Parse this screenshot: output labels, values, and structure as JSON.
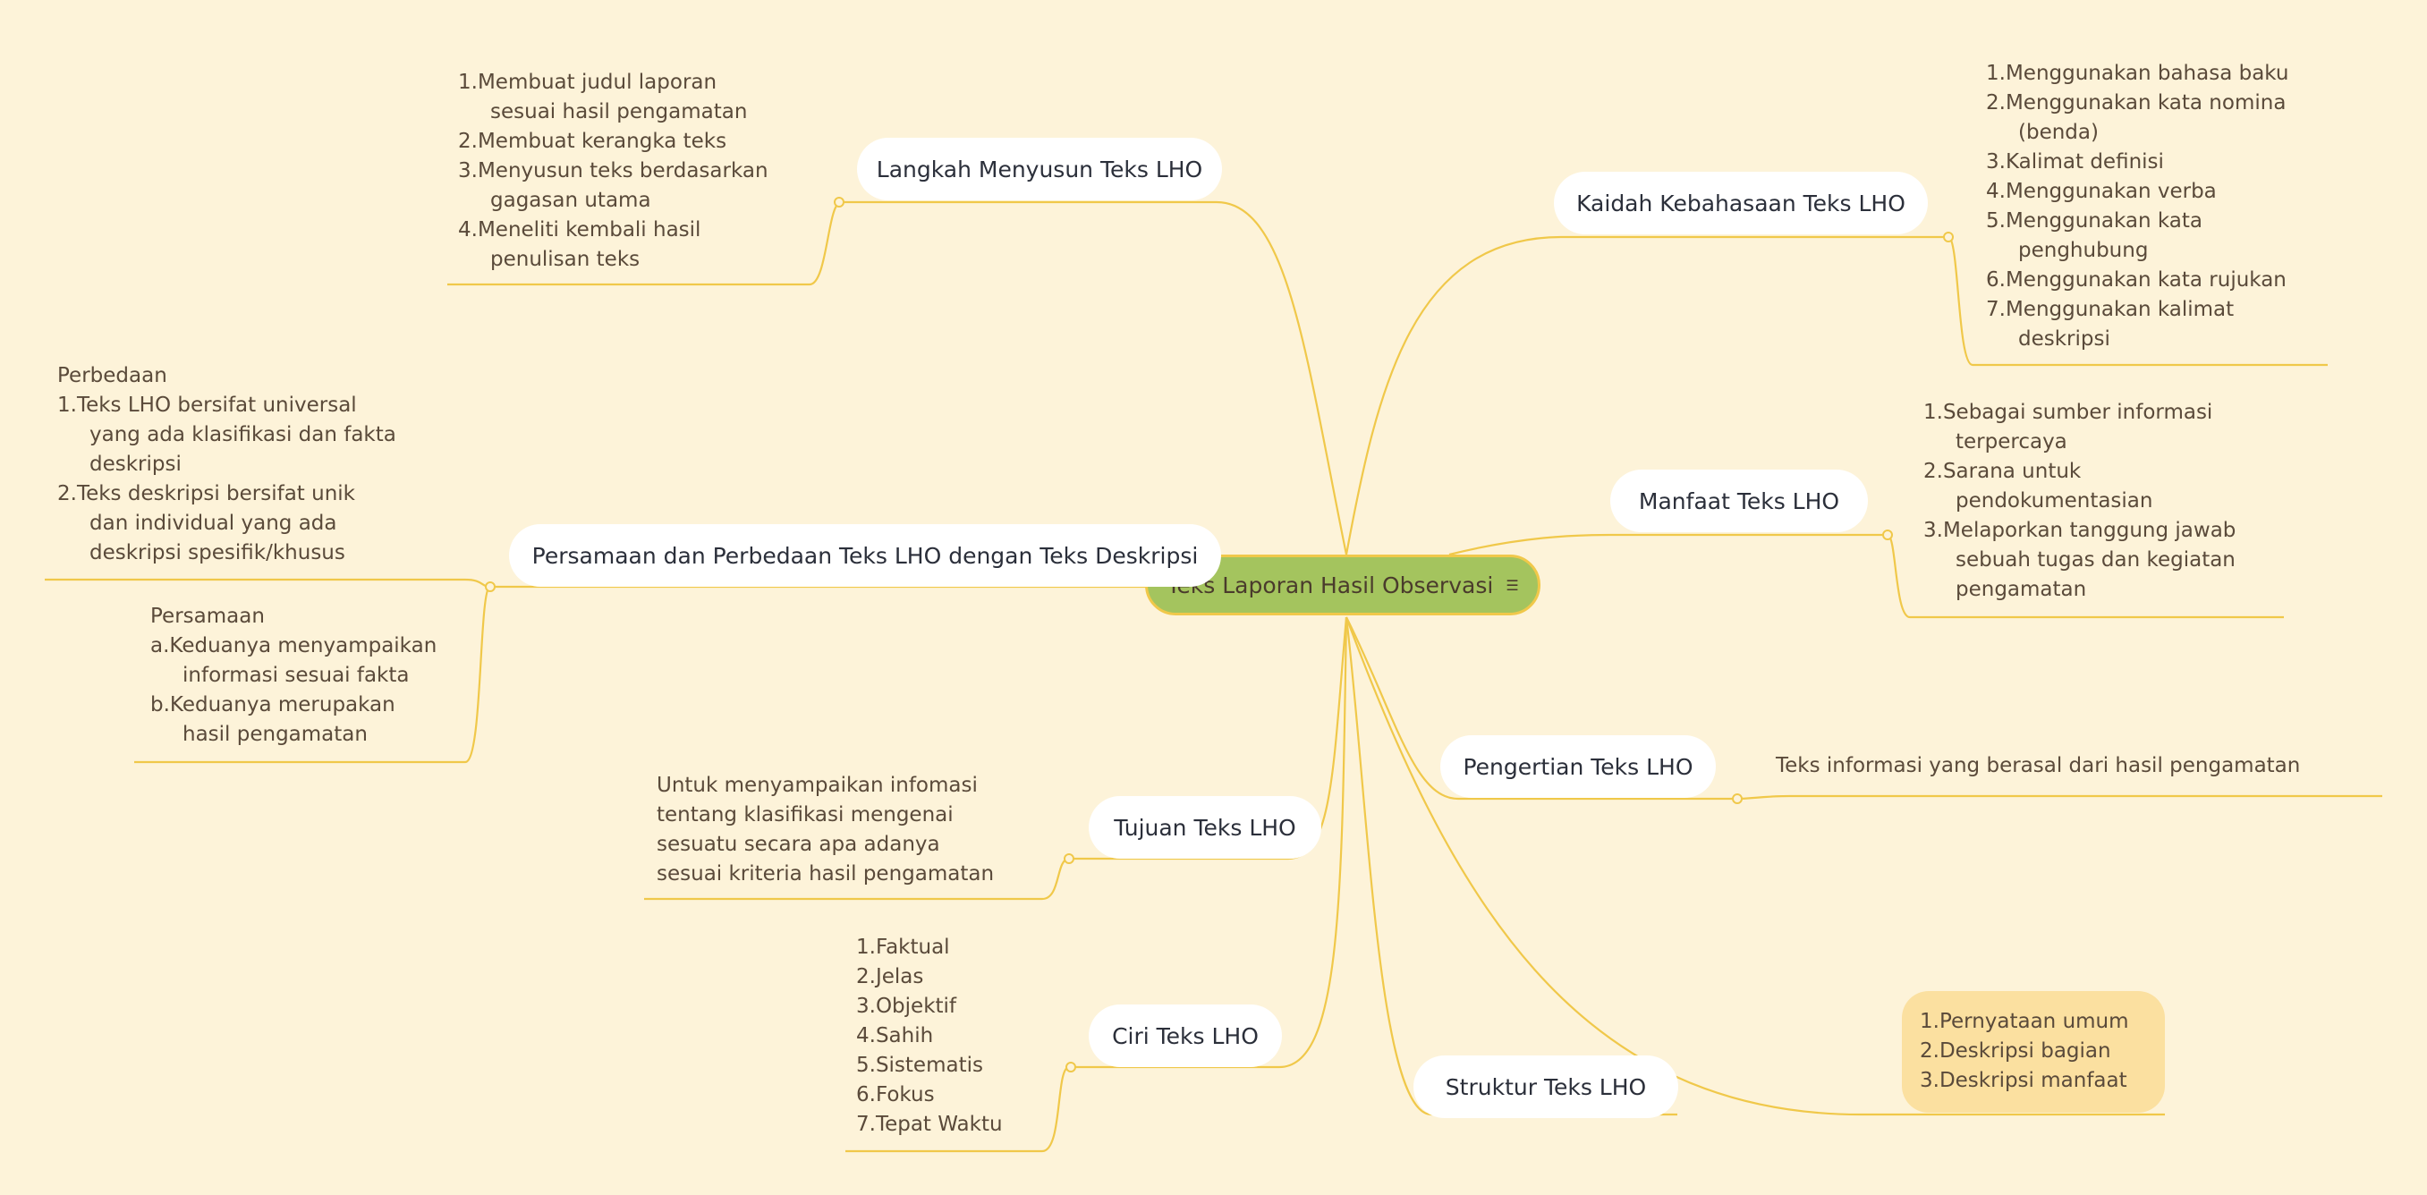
{
  "root": {
    "title": "Teks Laporan Hasil Observasi",
    "note_icon": "note-icon"
  },
  "topics": {
    "langkah": "Langkah Menyusun Teks LHO",
    "persamaan": "Persamaan dan Perbedaan Teks LHO dengan Teks Deskripsi",
    "tujuan": "Tujuan Teks LHO",
    "ciri": "Ciri Teks LHO",
    "kaidah": "Kaidah Kebahasaan Teks LHO",
    "manfaat": "Manfaat Teks LHO",
    "pengertian": "Pengertian Teks LHO",
    "struktur": "Struktur Teks  LHO"
  },
  "details": {
    "langkah": [
      "1.Membuat judul laporan",
      "sesuai hasil pengamatan",
      "2.Membuat kerangka teks",
      "3.Menyusun teks berdasarkan",
      "gagasan utama",
      "4.Meneliti kembali hasil",
      "penulisan teks"
    ],
    "perbedaan": [
      "Perbedaan",
      "1.Teks LHO bersifat universal",
      "yang ada klasifikasi dan fakta",
      "deskripsi",
      "2.Teks deskripsi bersifat unik",
      "dan individual yang ada",
      "deskripsi spesifik/khusus"
    ],
    "persamaan": [
      "Persamaan",
      "a.Keduanya menyampaikan",
      "informasi sesuai fakta",
      "b.Keduanya merupakan",
      "hasil pengamatan"
    ],
    "tujuan": [
      "Untuk menyampaikan infomasi",
      "tentang klasifikasi mengenai",
      "sesuatu secara apa adanya",
      "sesuai kriteria hasil pengamatan"
    ],
    "ciri": [
      "1.Faktual",
      "2.Jelas",
      "3.Objektif",
      "4.Sahih",
      "5.Sistematis",
      "6.Fokus",
      "7.Tepat Waktu"
    ],
    "kaidah": [
      "1.Menggunakan bahasa baku",
      "2.Menggunakan kata nomina",
      "(benda)",
      "3.Kalimat definisi",
      "4.Menggunakan verba",
      "5.Menggunakan kata",
      "penghubung",
      "6.Menggunakan kata rujukan",
      "7.Menggunakan kalimat",
      "deskripsi"
    ],
    "manfaat": [
      "1.Sebagai sumber informasi",
      "terpercaya",
      "2.Sarana untuk",
      "pendokumentasian",
      "3.Melaporkan tanggung jawab",
      "sebuah tugas dan kegiatan",
      "pengamatan"
    ],
    "pengertian": "Teks informasi yang berasal dari hasil pengamatan",
    "struktur": [
      "1.Pernyataan umum",
      "2.Deskripsi bagian",
      "3.Deskripsi manfaat"
    ]
  },
  "colors": {
    "background": "#fdf3d9",
    "root_fill": "#a4c45e",
    "connector": "#f0c84a",
    "highlight": "#fbe0a0",
    "topic_fill": "#ffffff"
  }
}
